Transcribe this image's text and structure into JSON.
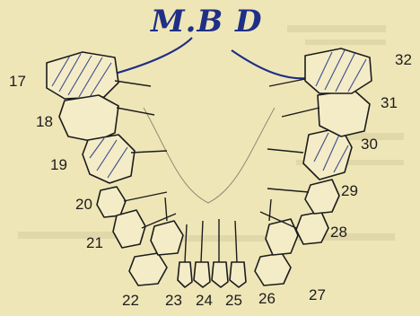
{
  "title": "M.B D",
  "tooth_numbers": [
    "17",
    "18",
    "19",
    "20",
    "21",
    "22",
    "23",
    "24",
    "25",
    "26",
    "27",
    "28",
    "29",
    "30",
    "31",
    "32"
  ],
  "colors": {
    "paper": "#efe6b8",
    "ink": "#1c1c1c",
    "pen": "#1f2f86"
  }
}
